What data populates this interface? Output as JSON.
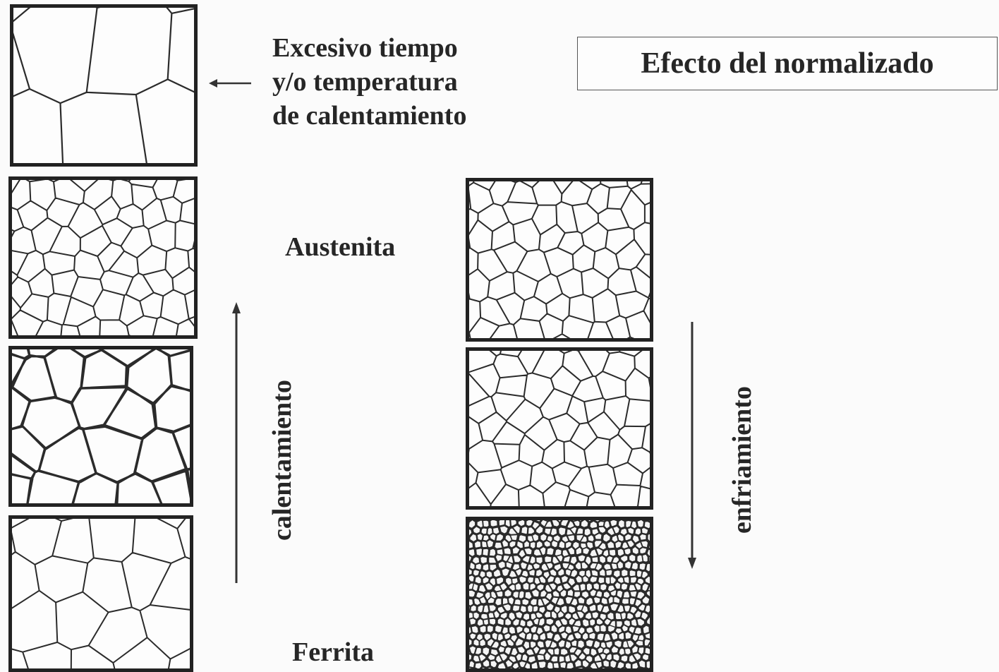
{
  "title": "Efecto del normalizado",
  "note_lines": [
    "Excesivo tiempo",
    "y/o temperatura",
    "de calentamiento"
  ],
  "labels": {
    "austenita": "Austenita",
    "ferrita": "Ferrita",
    "heating": "calentamiento",
    "cooling": "enfriamiento"
  },
  "panels": [
    {
      "id": "left-1",
      "stage": "excessive-heating",
      "grain": "very-coarse"
    },
    {
      "id": "left-2",
      "stage": "austenite",
      "grain": "fine"
    },
    {
      "id": "left-3",
      "stage": "transformation",
      "grain": "medium-coarse"
    },
    {
      "id": "left-4",
      "stage": "initial-ferrite",
      "grain": "coarse"
    },
    {
      "id": "right-1",
      "stage": "austenite",
      "grain": "fine"
    },
    {
      "id": "right-2",
      "stage": "transformation",
      "grain": "fine"
    },
    {
      "id": "right-3",
      "stage": "normalized-ferrite",
      "grain": "very-fine"
    }
  ]
}
